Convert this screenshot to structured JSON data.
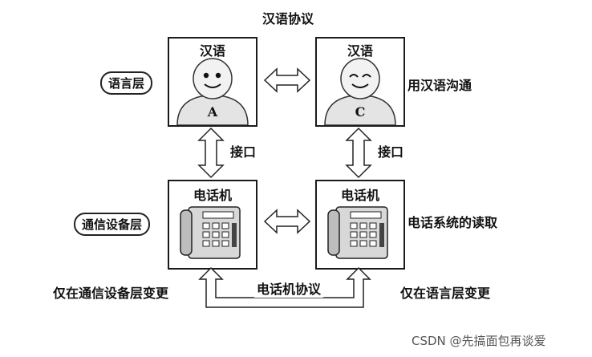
{
  "top_protocol": "汉语协议",
  "layers": {
    "language": "语言层",
    "comm": "通信设备层"
  },
  "boxes": {
    "a": {
      "title": "汉语",
      "letter": "A"
    },
    "c": {
      "title": "汉语",
      "letter": "C"
    },
    "phone_left": {
      "title": "电话机"
    },
    "phone_right": {
      "title": "电话机"
    }
  },
  "labels": {
    "communicate": "用汉语沟通",
    "interface_left": "接口",
    "interface_right": "接口",
    "phone_system": "电话系统的读取",
    "bottom_protocol": "电话机协议",
    "bottom_left": "仅在通信设备层变更",
    "bottom_right": "仅在语言层变更"
  },
  "watermark": "CSDN @先搞面包再谈爱"
}
